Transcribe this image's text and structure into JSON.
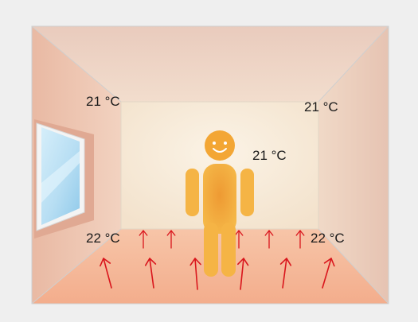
{
  "temperatures": {
    "top_left": "21 °C",
    "top_right": "21 °C",
    "person": "21 °C",
    "bottom_left": "22 °C",
    "bottom_right": "22 °C"
  },
  "colors": {
    "frame": "#e9e9e9",
    "back_wall": "#f6ead8",
    "side_wall": "#ecc1ab",
    "ceiling": "#ebcfc0",
    "floor": "#f4b596",
    "heat_arrow": "#d9151c",
    "person": "#f1a93a",
    "window_glass": "#bfe3f5"
  },
  "icons": {
    "person": "person-figure-icon",
    "heat": "heat-arrow-icon",
    "window": "window-icon"
  }
}
